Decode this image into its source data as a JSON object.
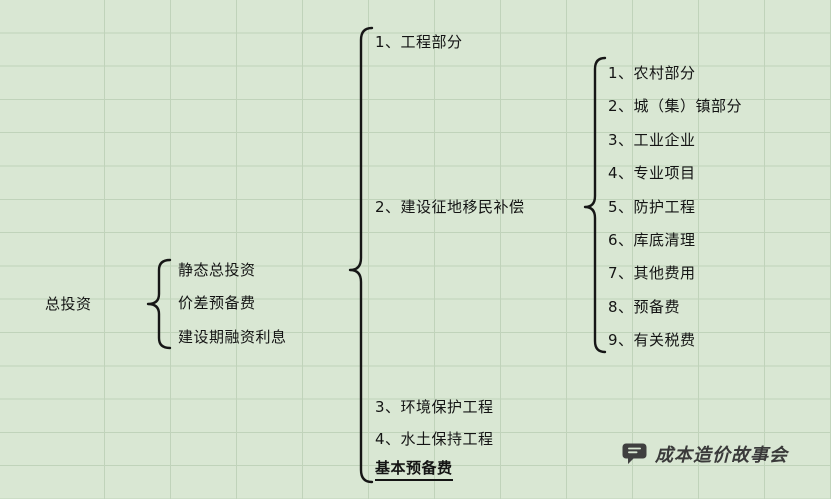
{
  "tree": {
    "root": "总投资",
    "level1": [
      "静态总投资",
      "价差预备费",
      "建设期融资利息"
    ],
    "level2": [
      "1、工程部分",
      "2、建设征地移民补偿",
      "3、环境保护工程",
      "4、水土保持工程",
      "基本预备费"
    ],
    "level3": [
      "1、农村部分",
      "2、城（集）镇部分",
      "3、工业企业",
      "4、专业项目",
      "5、防护工程",
      "6、库底清理",
      "7、其他费用",
      "8、预备费",
      "9、有关税费"
    ]
  },
  "watermark": {
    "brand": "成本造价故事会"
  },
  "colors": {
    "background": "#d9e7d3",
    "gridline": "#c0d3ba",
    "text": "#141414",
    "brace": "#161616",
    "watermark": "#3a3a3a"
  }
}
